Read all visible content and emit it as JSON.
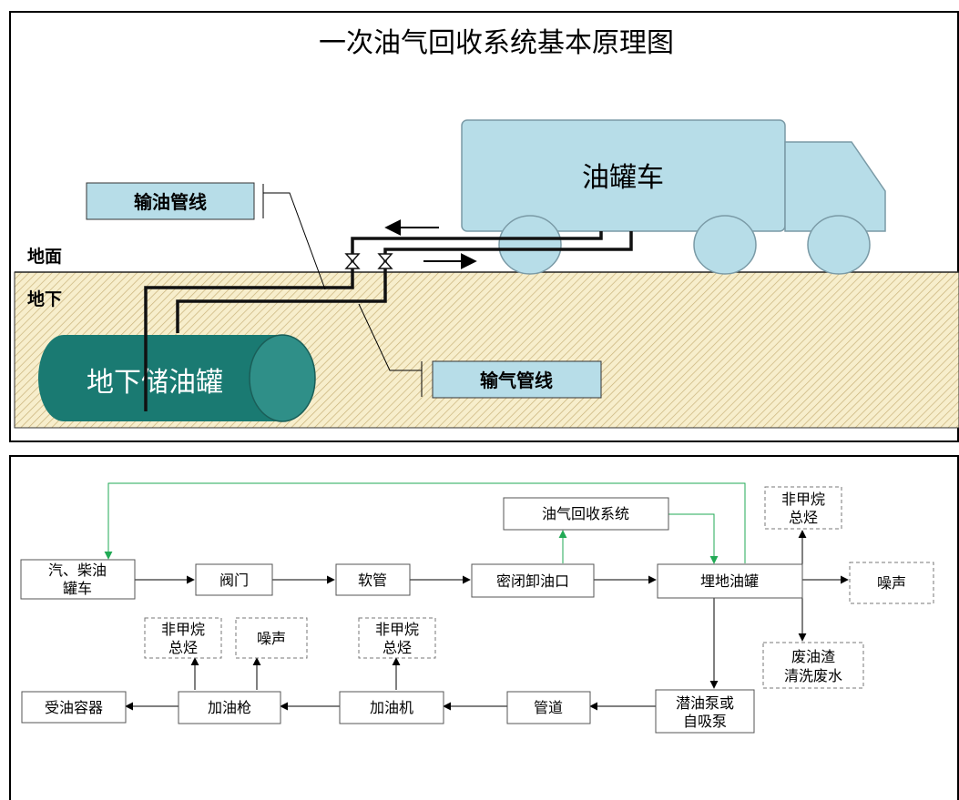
{
  "scene": {
    "title": "一次油气回收系统基本原理图",
    "tanker_label": "油罐车",
    "ground_label": "地面",
    "underground_label": "地下",
    "tank_label": "地下储油罐",
    "oil_line_label": "输油管线",
    "vapor_line_label": "输气管线"
  },
  "flow": {
    "nodes": {
      "tanker": [
        "汽、柴油",
        "罐车"
      ],
      "valve": [
        "阀门"
      ],
      "hose": [
        "软管"
      ],
      "closed_unload": [
        "密闭卸油口"
      ],
      "vapor_recovery": [
        "油气回收系统"
      ],
      "buried_tank": [
        "埋地油罐"
      ],
      "nmhc_tank": [
        "非甲烷",
        "总烃"
      ],
      "noise_tank": [
        "噪声"
      ],
      "waste": [
        "废油渣",
        "清洗废水"
      ],
      "pump": [
        "潜油泵或",
        "自吸泵"
      ],
      "pipe": [
        "管道"
      ],
      "dispenser": [
        "加油机"
      ],
      "nmhc_dispenser": [
        "非甲烷",
        "总烃"
      ],
      "nozzle": [
        "加油枪"
      ],
      "nmhc_nozzle": [
        "非甲烷",
        "总烃"
      ],
      "noise_nozzle": [
        "噪声"
      ],
      "receiver": [
        "受油容器"
      ]
    }
  },
  "colors": {
    "tank_fill": "#1a7a72",
    "tank_end": "#2f8f88",
    "truck_fill": "#b7dde8",
    "ground_fill": "#f7eecc",
    "hatch": "#c9b27a",
    "label_fill": "#b7dde8",
    "vapor_arrow": "#22aa55"
  }
}
